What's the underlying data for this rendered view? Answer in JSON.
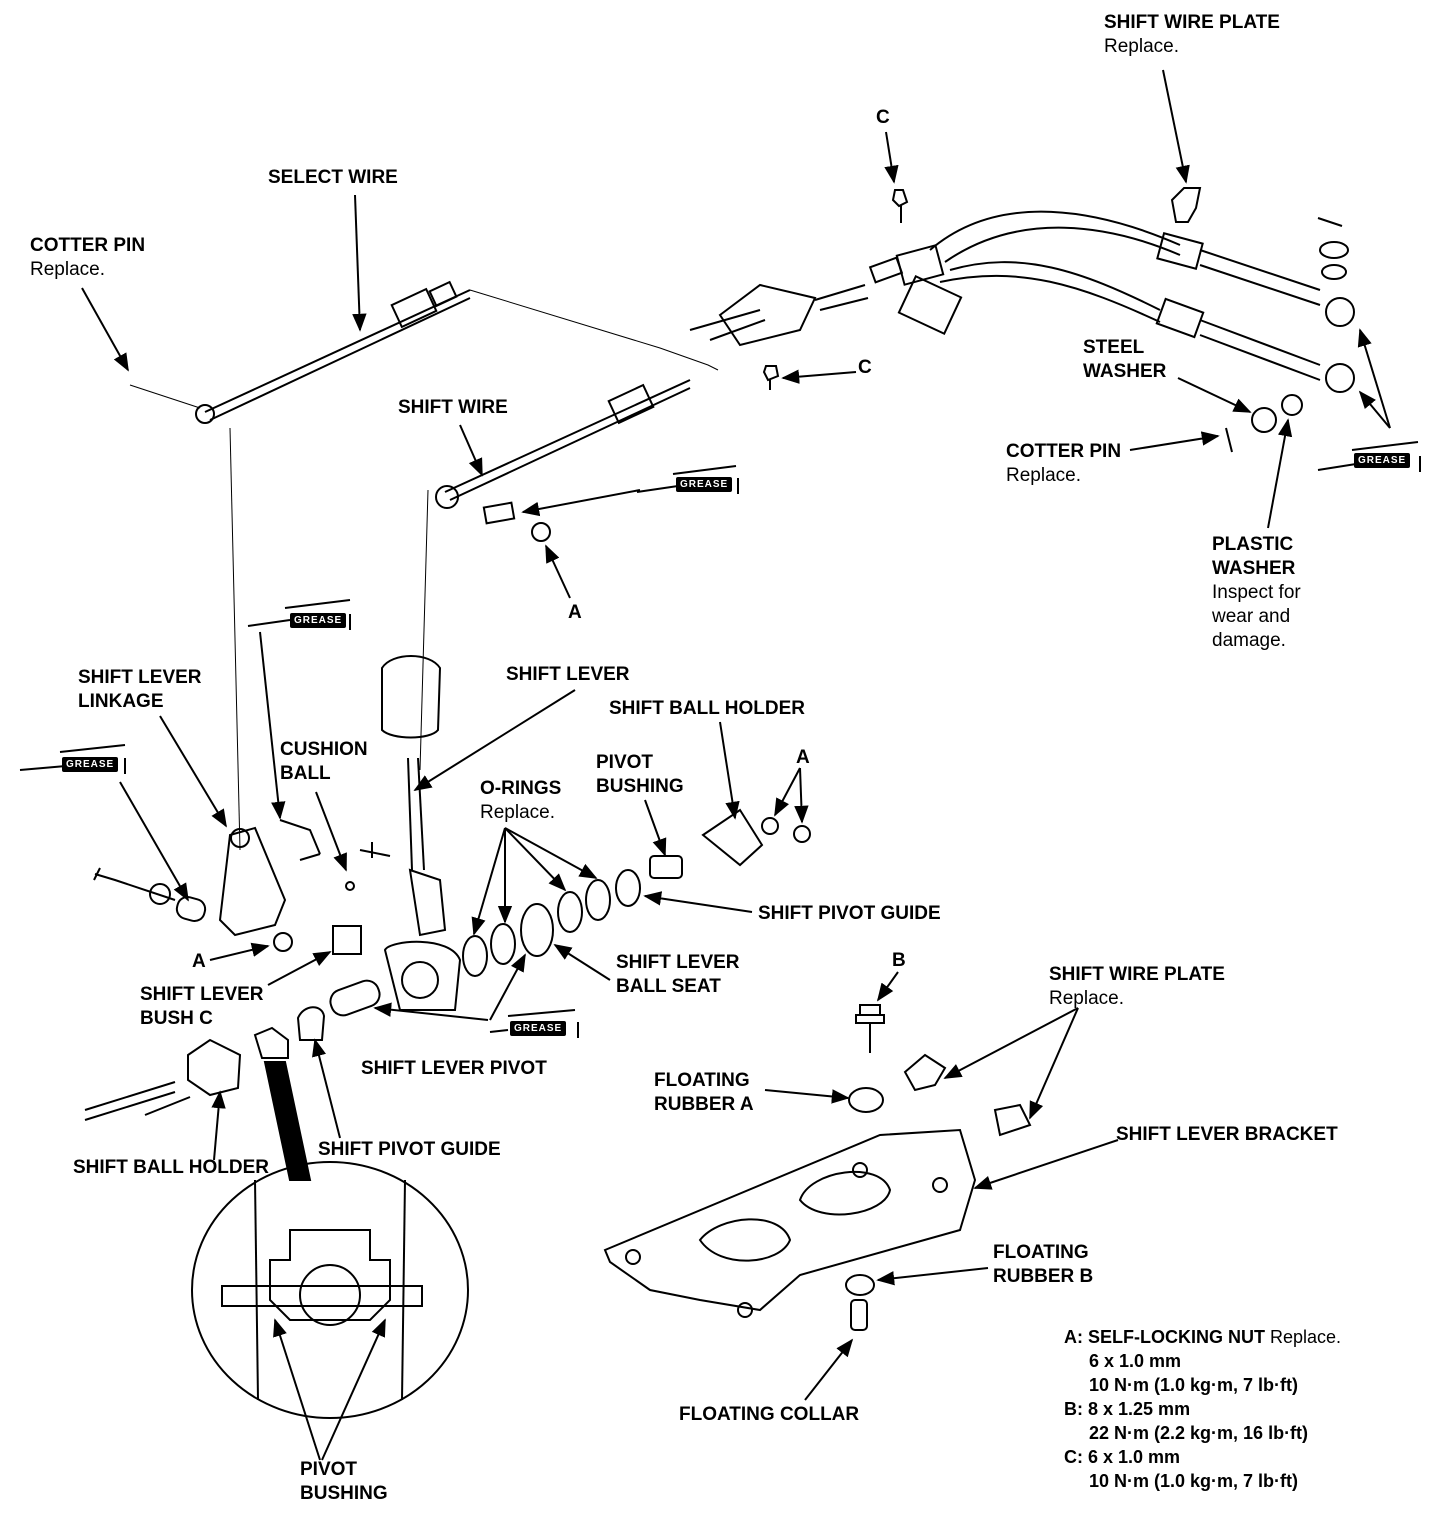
{
  "labels": {
    "select_wire": "SELECT WIRE",
    "cotter_pin_left": "COTTER PIN",
    "cotter_pin_left_note": "Replace.",
    "shift_wire": "SHIFT WIRE",
    "shift_wire_plate_top": "SHIFT WIRE PLATE",
    "shift_wire_plate_top_note": "Replace.",
    "c_top": "C",
    "c_mid": "C",
    "steel_washer_1": "STEEL",
    "steel_washer_2": "WASHER",
    "cotter_pin_right": "COTTER PIN",
    "cotter_pin_right_note": "Replace.",
    "plastic_washer_1": "PLASTIC",
    "plastic_washer_2": "WASHER",
    "plastic_washer_note_1": "Inspect for",
    "plastic_washer_note_2": "wear and",
    "plastic_washer_note_3": "damage.",
    "a_mid": "A",
    "shift_lever_linkage_1": "SHIFT LEVER",
    "shift_lever_linkage_2": "LINKAGE",
    "cushion_ball_1": "CUSHION",
    "cushion_ball_2": "BALL",
    "shift_lever": "SHIFT LEVER",
    "shift_ball_holder_top": "SHIFT BALL HOLDER",
    "o_rings": "O-RINGS",
    "o_rings_note": "Replace.",
    "pivot_bushing_top_1": "PIVOT",
    "pivot_bushing_top_2": "BUSHING",
    "a_right": "A",
    "shift_pivot_guide_right": "SHIFT PIVOT GUIDE",
    "a_left": "A",
    "shift_lever_ball_seat_1": "SHIFT LEVER",
    "shift_lever_ball_seat_2": "BALL SEAT",
    "shift_lever_bush_c_1": "SHIFT LEVER",
    "shift_lever_bush_c_2": "BUSH C",
    "shift_lever_pivot": "SHIFT LEVER PIVOT",
    "shift_ball_holder_bottom": "SHIFT BALL HOLDER",
    "shift_pivot_guide_bottom": "SHIFT PIVOT GUIDE",
    "pivot_bushing_bottom_1": "PIVOT",
    "pivot_bushing_bottom_2": "BUSHING",
    "b_label": "B",
    "shift_wire_plate_bottom": "SHIFT WIRE PLATE",
    "shift_wire_plate_bottom_note": "Replace.",
    "floating_rubber_a_1": "FLOATING",
    "floating_rubber_a_2": "RUBBER A",
    "shift_lever_bracket": "SHIFT LEVER BRACKET",
    "floating_rubber_b_1": "FLOATING",
    "floating_rubber_b_2": "RUBBER B",
    "floating_collar": "FLOATING COLLAR"
  },
  "grease_tag": "GREASE",
  "legend": {
    "a_key": "A: ",
    "a_title": "SELF-LOCKING NUT",
    "a_note": " Replace.",
    "a_size": "6 x 1.0 mm",
    "a_torque": "10 N·m (1.0 kg·m, 7 lb·ft)",
    "b_key": "B: ",
    "b_size": "8 x 1.25 mm",
    "b_torque": "22 N·m (2.2 kg·m, 16 lb·ft)",
    "c_key": "C: ",
    "c_size": "6 x 1.0 mm",
    "c_torque": "10 N·m (1.0 kg·m, 7 lb·ft)"
  }
}
